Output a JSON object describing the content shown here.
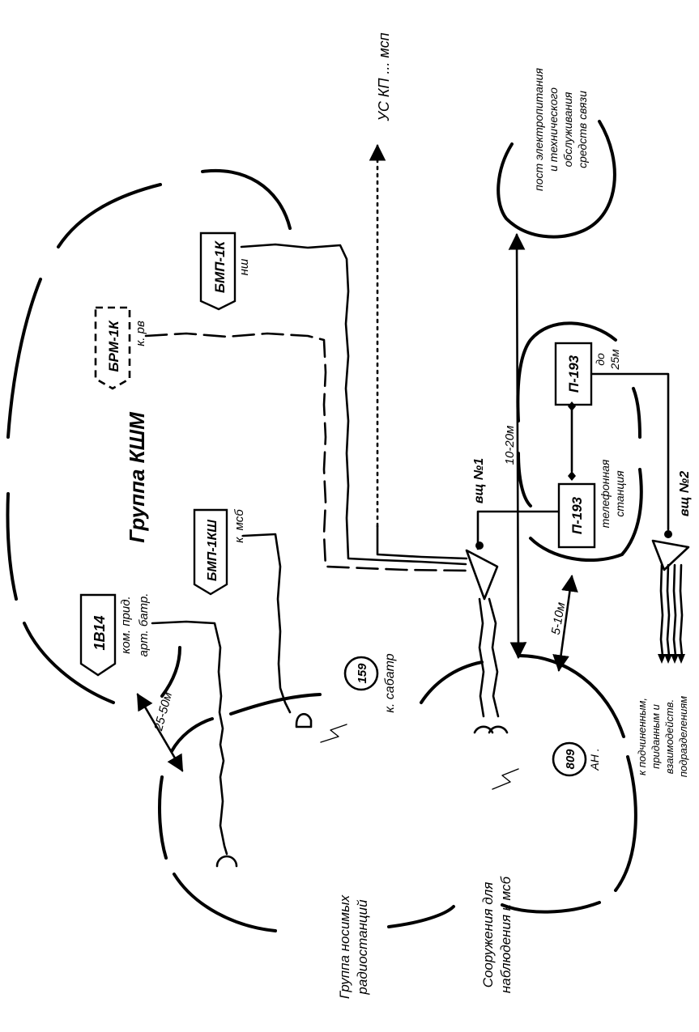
{
  "title": "Группа КШМ",
  "vehicles": {
    "bmp1k": "БМП-1К",
    "bmp1k_sub": "нш",
    "brm1k": "БРМ-1К",
    "brm1k_sub": "к. рв",
    "bmp1ksh": "БМП-1КШ",
    "bmp1ksh_sub": "к. мсб",
    "v1b14": "1В14",
    "v1b14_sub1": "ком. прид.",
    "v1b14_sub2": "арт. батр."
  },
  "top_arrow_label": "УС КП ... мсп",
  "power_post": [
    "пост электропитания",
    "и технического",
    "обслуживания",
    "средств связи"
  ],
  "p193_top": "П-193",
  "p193_bottom": "П-193",
  "telephone_station": [
    "телефонная",
    "станция"
  ],
  "vsh1": "вщ №1",
  "vsh2": "вщ №2",
  "dist_10_20": "10-20м",
  "dist_5_10": "5-10м",
  "dist_25_50": "25-50м",
  "dist_do25": [
    "до",
    "25м"
  ],
  "subordinates": [
    "к подчиненным,",
    "приданным и",
    "взаимодейств.",
    "подразделениям"
  ],
  "radio_809": "809",
  "radio_809_sub": "АН .",
  "radio_159": "159",
  "radio_159_sub": "к. сабатр",
  "group_portable": [
    "Группа носимых",
    "радиостанций"
  ],
  "observation": [
    "Сооружения для",
    "наблюдения к мсб"
  ]
}
